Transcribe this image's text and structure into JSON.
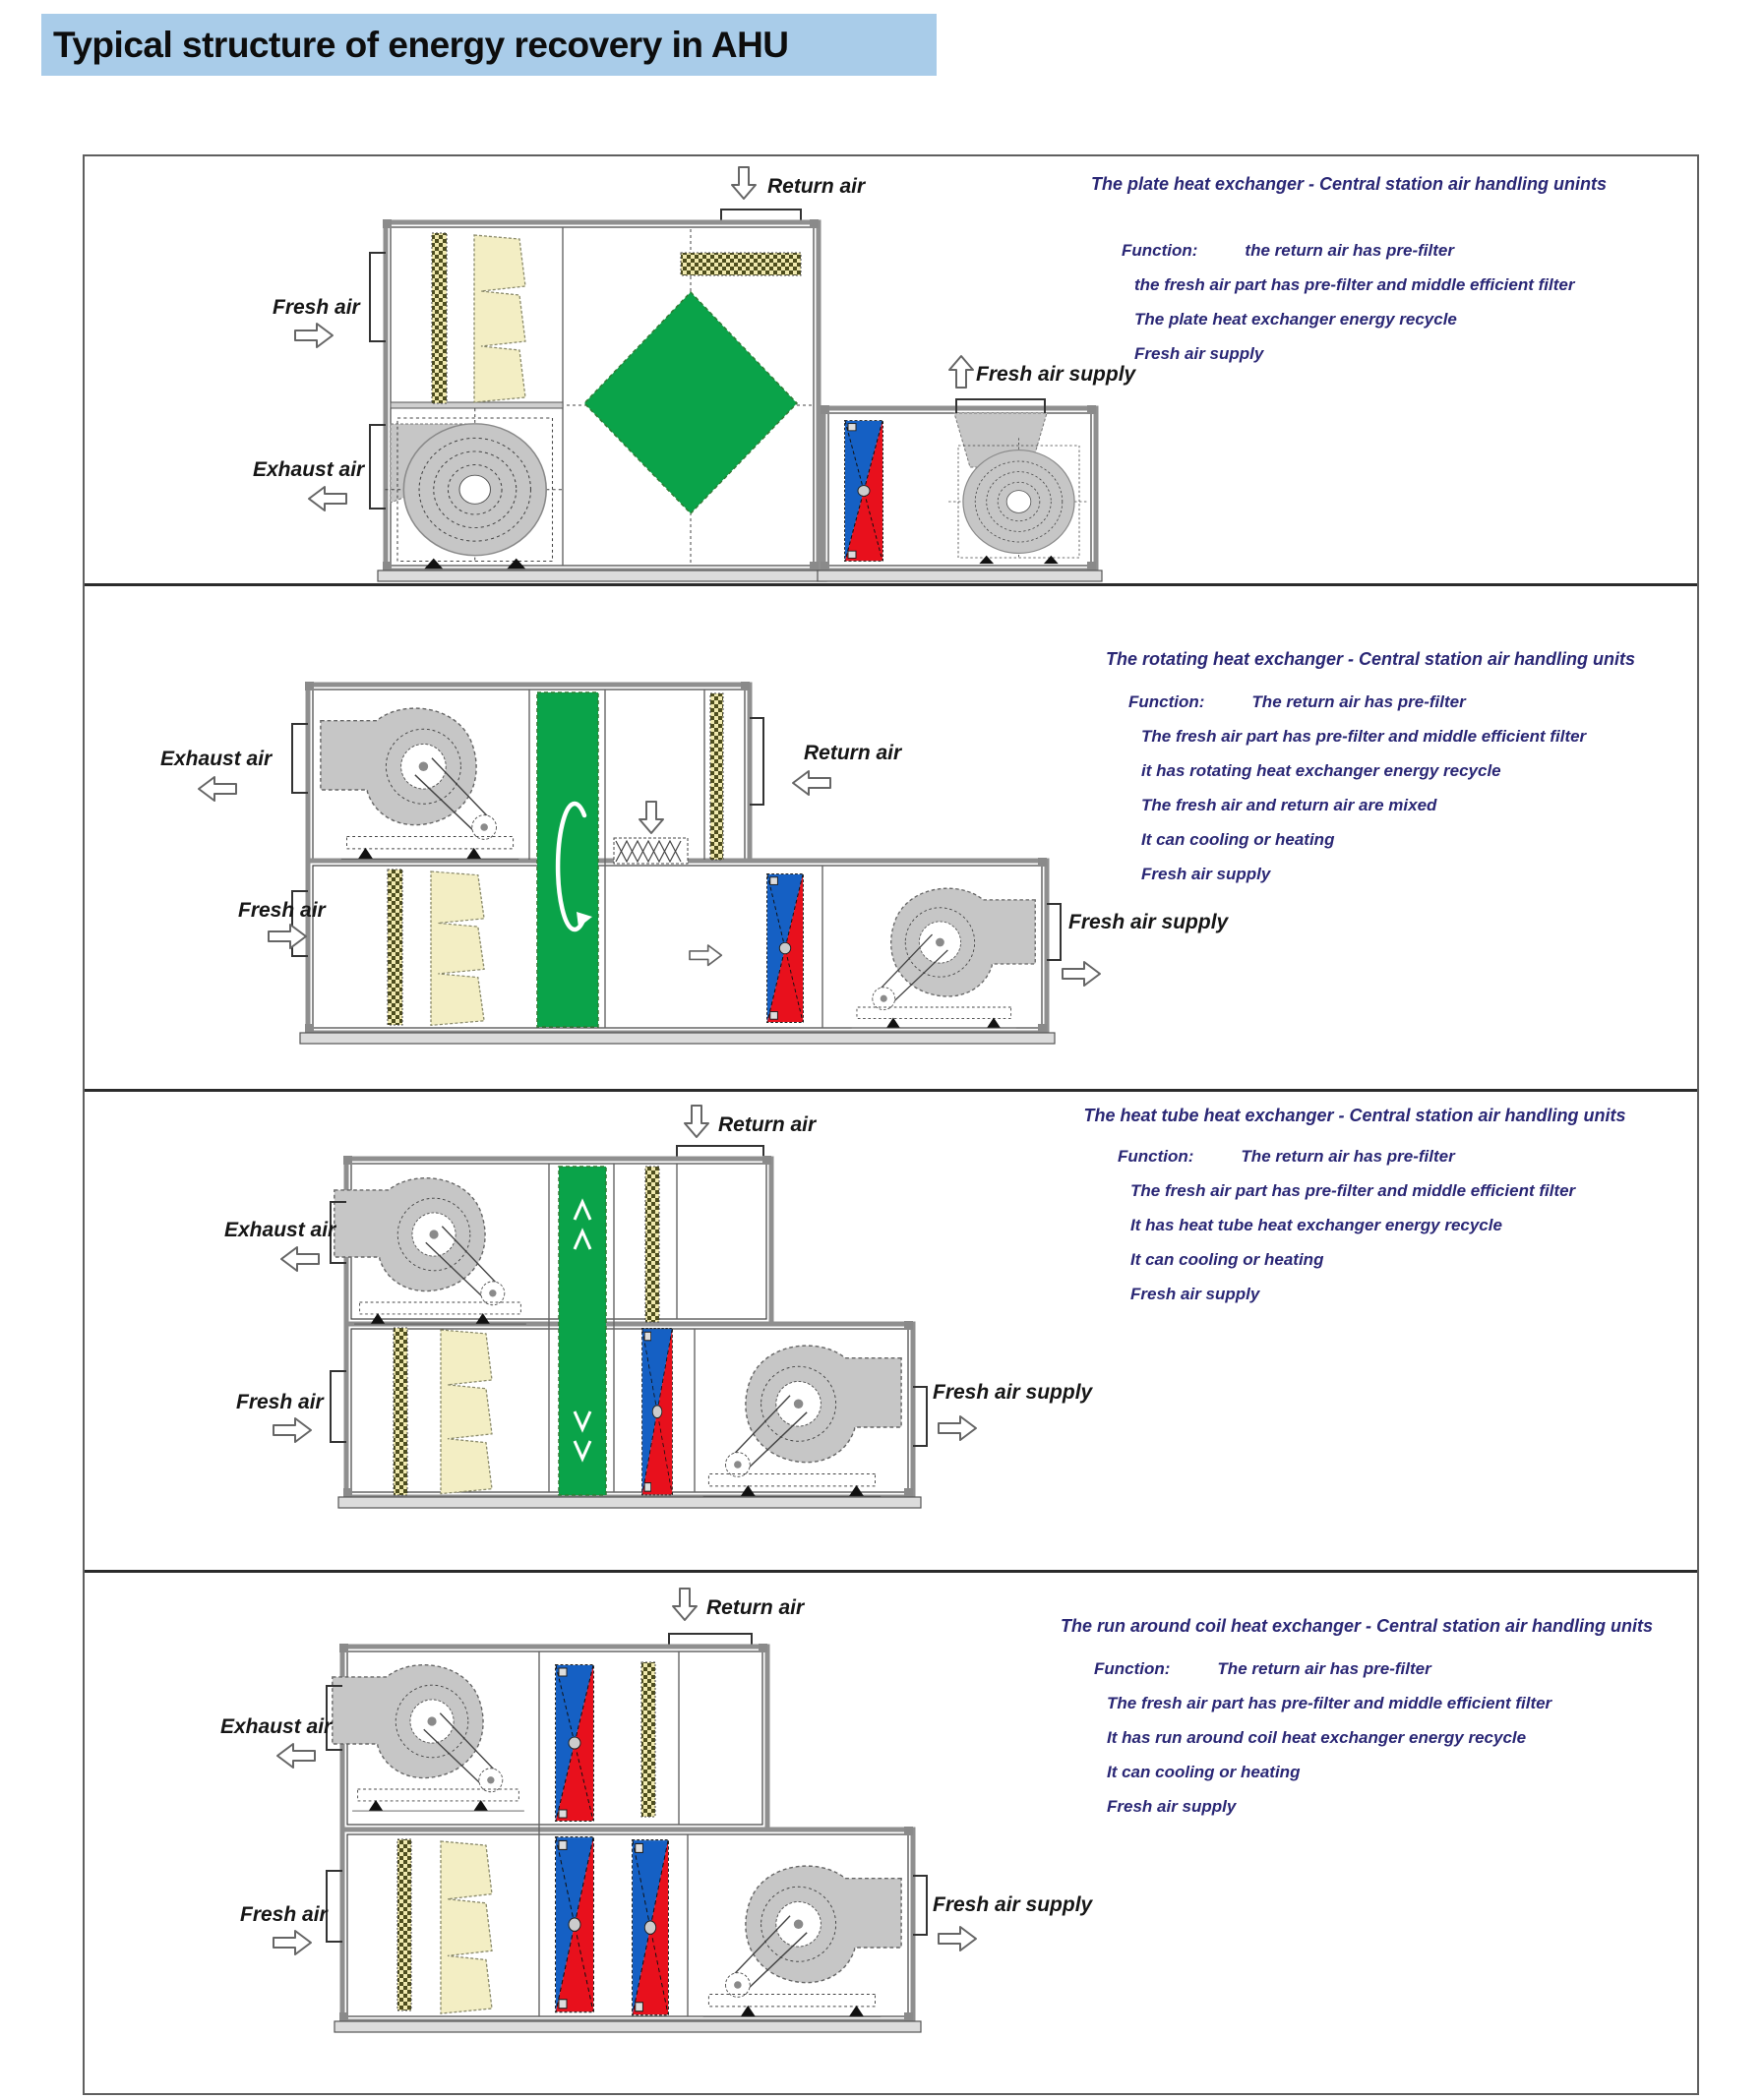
{
  "page": {
    "title": "Typical structure of energy recovery in AHU"
  },
  "colors": {
    "title_bg": "#a9cce9",
    "description_navy": "#2a2775",
    "heat_exchanger_green": "#0aa349",
    "coil_blue": "#1560c4",
    "coil_red": "#e8101c",
    "bag_filter_cream": "#f3eec4",
    "fan_gray": "#c6c6c6"
  },
  "panels": [
    {
      "title": "The plate heat exchanger - Central station air handling unints",
      "function_label": "Function:",
      "lines": [
        "the return air has pre-filter",
        "the fresh air part has pre-filter and middle efficient filter",
        "The plate heat exchanger energy recycle",
        "Fresh air supply"
      ],
      "labels": {
        "return_air": "Return air",
        "fresh_air": "Fresh air",
        "exhaust_air": "Exhaust air",
        "fresh_air_supply": "Fresh air supply"
      }
    },
    {
      "title": "The rotating heat exchanger - Central station air handling units",
      "function_label": "Function:",
      "lines": [
        "The return air has pre-filter",
        "The fresh air part has pre-filter and middle efficient filter",
        "it has rotating heat exchanger energy recycle",
        "The fresh air and return air are mixed",
        "It can cooling or heating",
        "Fresh air supply"
      ],
      "labels": {
        "return_air": "Return air",
        "fresh_air": "Fresh air",
        "exhaust_air": "Exhaust air",
        "fresh_air_supply": "Fresh air supply"
      }
    },
    {
      "title": "The heat tube heat exchanger - Central station air handling units",
      "function_label": "Function:",
      "lines": [
        "The return air has pre-filter",
        "The fresh air part has pre-filter and middle efficient filter",
        "It has heat tube heat exchanger energy recycle",
        "It can cooling or heating",
        "Fresh air supply"
      ],
      "labels": {
        "return_air": "Return air",
        "fresh_air": "Fresh air",
        "exhaust_air": "Exhaust air",
        "fresh_air_supply": "Fresh air supply"
      }
    },
    {
      "title": "The run around coil heat exchanger - Central station air handling units",
      "function_label": "Function:",
      "lines": [
        "The return air has pre-filter",
        "The fresh air part has pre-filter and middle efficient filter",
        "It has run around coil heat exchanger energy recycle",
        "It can cooling or heating",
        "Fresh air supply"
      ],
      "labels": {
        "return_air": "Return air",
        "fresh_air": "Fresh air",
        "exhaust_air": "Exhaust air",
        "fresh_air_supply": "Fresh air supply"
      }
    }
  ]
}
